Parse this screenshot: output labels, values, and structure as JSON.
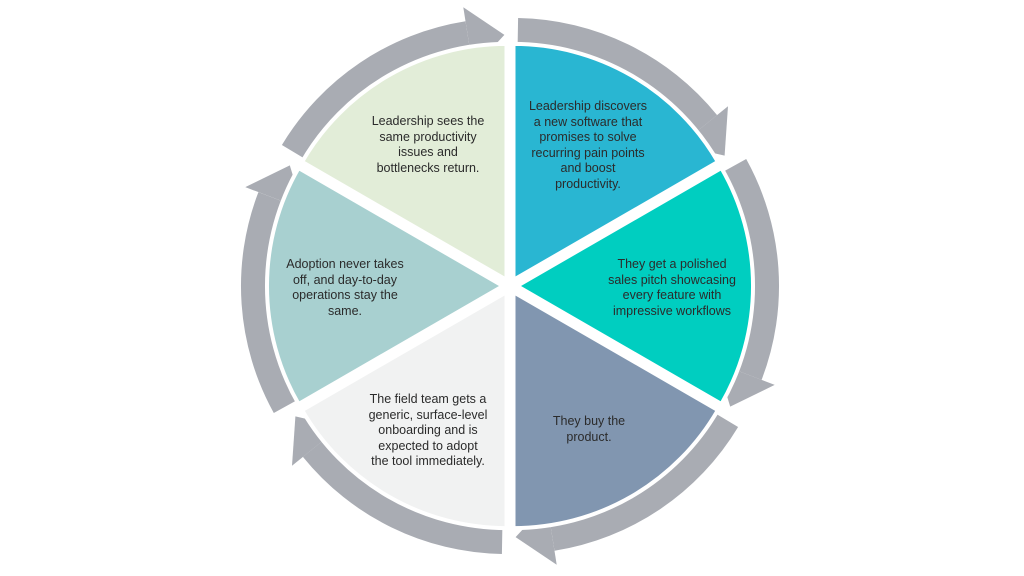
{
  "diagram": {
    "type": "cycle",
    "direction": "clockwise",
    "ring_color": "#A9ACB3",
    "steps": [
      {
        "text": "Leadership discovers\na new software that\npromises to solve\nrecurring pain points\nand boost\nproductivity.",
        "color": "#29B6D2"
      },
      {
        "text": "They get a polished\nsales pitch showcasing\nevery feature with\nimpressive workflows",
        "color": "#00CEC0"
      },
      {
        "text": "They buy the\nproduct.",
        "color": "#8196B0"
      },
      {
        "text": "The field team gets a\ngeneric, surface-level\nonboarding and is\nexpected to adopt\nthe tool immediately.",
        "color": "#F1F2F2"
      },
      {
        "text": "Adoption never takes\noff, and day-to-day\noperations stay the\nsame.",
        "color": "#A8D0D0"
      },
      {
        "text": "Leadership sees the\nsame productivity\nissues and\nbottlenecks return.",
        "color": "#E2EDD8"
      }
    ]
  }
}
